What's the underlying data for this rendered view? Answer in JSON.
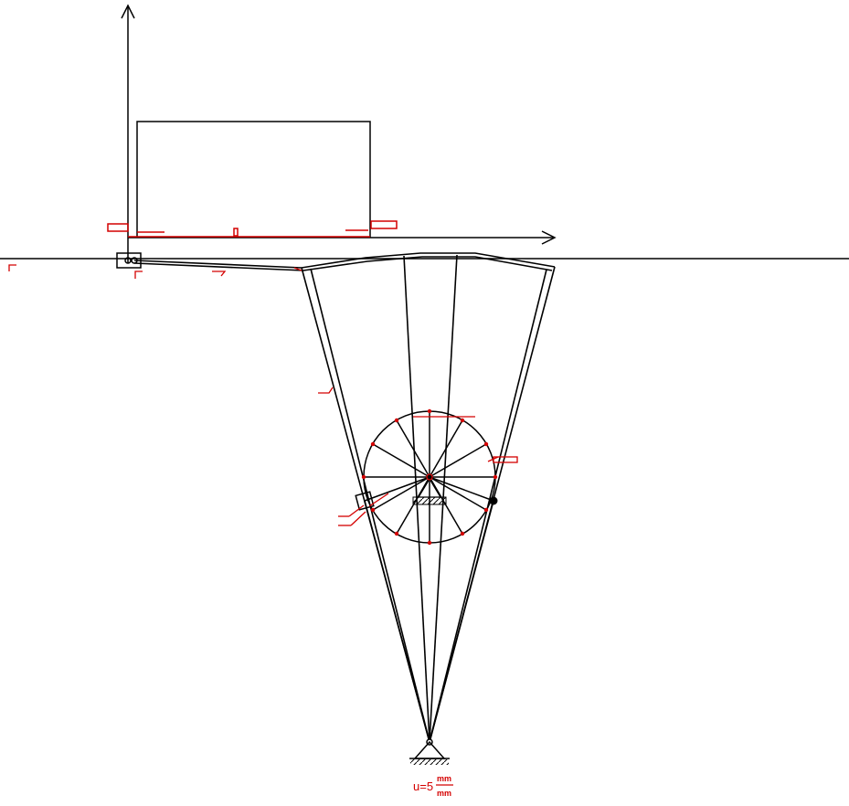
{
  "colors": {
    "background": "#ffffff",
    "linework": "#000000",
    "annotation": "#d40000"
  },
  "scale": {
    "prefix": "u=5",
    "numerator": "mm",
    "denominator": "mm"
  }
}
